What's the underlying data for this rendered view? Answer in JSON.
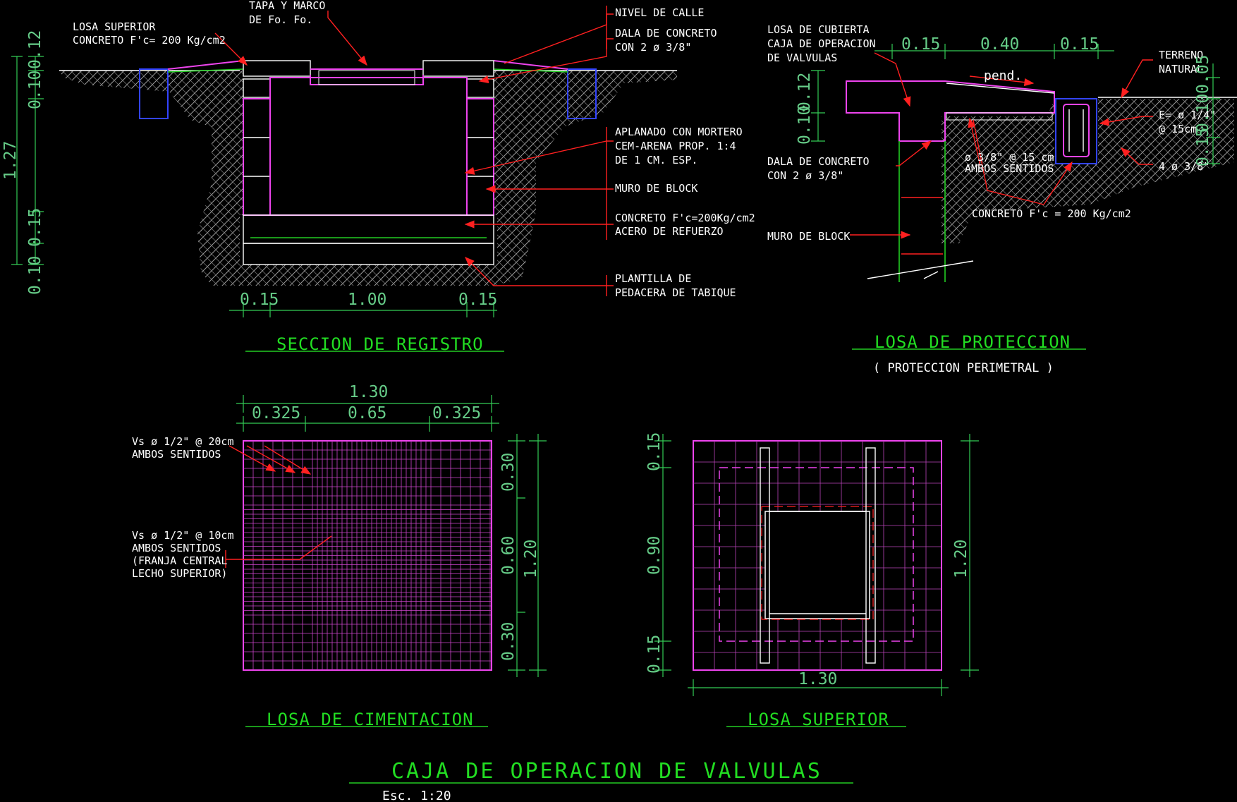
{
  "drawing_title": "CAJA DE OPERACION DE VALVULAS",
  "scale": "Esc. 1:20",
  "seccion_registro": {
    "title": "SECCION DE REGISTRO",
    "labels": {
      "losa_superior": "LOSA SUPERIOR",
      "concreto_top": "CONCRETO F'c= 200 Kg/cm2",
      "tapa_1": "TAPA Y MARCO",
      "tapa_2": "DE Fo. Fo.",
      "nivel_calle": "NIVEL DE CALLE",
      "dala_1": "DALA DE CONCRETO",
      "dala_2": "CON  2 ø 3/8\"",
      "aplanado_1": "APLANADO CON MORTERO",
      "aplanado_2": "CEM-ARENA PROP. 1:4",
      "aplanado_3": "DE 1 CM. ESP.",
      "muro": "MURO DE BLOCK",
      "concreto_1": "CONCRETO F'c=200Kg/cm2",
      "concreto_2": "ACERO DE REFUERZO",
      "plantilla_1": "PLANTILLA DE",
      "plantilla_2": "PEDACERA DE TABIQUE"
    },
    "dims": {
      "d012": "0.12",
      "d010a": "0.10",
      "d127": "1.27",
      "d015": "0.15",
      "d010b": "0.10",
      "b015a": "0.15",
      "b100": "1.00",
      "b015b": "0.15"
    }
  },
  "losa_proteccion": {
    "title": "LOSA DE PROTECCION",
    "subtitle": "( PROTECCION PERIMETRAL )",
    "labels": {
      "cubierta_1": "LOSA DE CUBIERTA",
      "cubierta_2": "CAJA DE OPERACION",
      "cubierta_3": "DE VALVULAS",
      "pend": "pend.",
      "terreno_1": "TERRENO",
      "terreno_2": "NATURAL",
      "estribo_1": "E= ø 1/4\"",
      "estribo_2": "@ 15cm",
      "varillas": "4 ø 3/8\"",
      "dala_1": "DALA DE CONCRETO",
      "dala_2": "CON 2 ø 3/8\"",
      "malla_1": "ø 3/8\" @ 15 cm",
      "malla_2": "AMBOS SENTIDOS",
      "concreto": "CONCRETO F'c = 200 Kg/cm2",
      "muro": "MURO DE BLOCK"
    },
    "dims": {
      "t015a": "0.15",
      "t040": "0.40",
      "t015b": "0.15",
      "l012": "0.12",
      "l010": "0.10",
      "r005": "0.05",
      "r010": "0.10",
      "r015": "0.15"
    }
  },
  "losa_cimentacion": {
    "title": "LOSA DE CIMENTACION",
    "labels": {
      "vs20_1": "Vs ø 1/2\" @ 20cm",
      "vs20_2": "AMBOS SENTIDOS",
      "vs10_1": "Vs ø 1/2\" @ 10cm",
      "vs10_2": "AMBOS SENTIDOS",
      "vs10_3": "(FRANJA CENTRAL",
      "vs10_4": "LECHO SUPERIOR)"
    },
    "dims": {
      "total": "1.30",
      "a": "0.325",
      "b": "0.65",
      "c": "0.325",
      "v030a": "0.30",
      "v060": "0.60",
      "v030b": "0.30",
      "v120": "1.20"
    }
  },
  "losa_superior": {
    "title": "LOSA SUPERIOR",
    "dims": {
      "v015a": "0.15",
      "v090": "0.90",
      "v015b": "0.15",
      "v120": "1.20",
      "h130": "1.30"
    }
  },
  "colors": {
    "background": "#000000",
    "dimension": "#33cc55",
    "leader": "#ff2020",
    "wall": "#ee44ee",
    "ground": "#3344ff",
    "title": "#22dd22"
  }
}
